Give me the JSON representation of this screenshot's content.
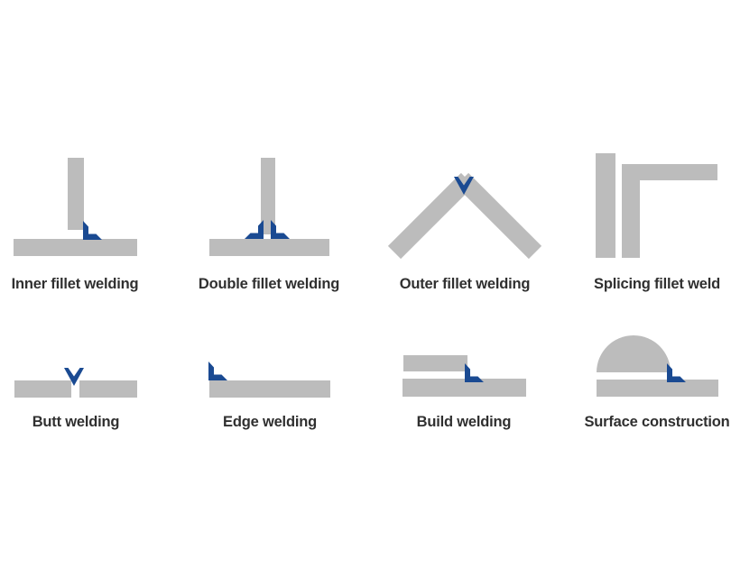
{
  "page": {
    "background": "#ffffff",
    "description": "Welding types diagram with eight labeled weld joint illustrations in a 4x2 grid"
  },
  "colors": {
    "page_background": "#ffffff",
    "steel_gray": "#bcbcbc",
    "weld_blue": "#1a4a92",
    "label_text": "#303030"
  },
  "figures": [
    {
      "id": "inner-fillet-welding",
      "label": "Inner fillet welding",
      "marks": [
        "weld-corner-down-left-icon"
      ]
    },
    {
      "id": "double-fillet-welding",
      "label": "Double fillet welding",
      "marks": [
        "weld-corner-down-right-icon",
        "weld-corner-down-left-icon"
      ]
    },
    {
      "id": "outer-fillet-welding",
      "label": "Outer fillet welding",
      "marks": [
        "weld-chevron-down-icon"
      ]
    },
    {
      "id": "splicing-fillet-weld",
      "label": "Splicing fillet weld",
      "marks": []
    },
    {
      "id": "butt-welding",
      "label": "Butt welding",
      "marks": [
        "weld-chevron-down-icon"
      ]
    },
    {
      "id": "edge-welding",
      "label": "Edge welding",
      "marks": [
        "weld-corner-down-left-icon"
      ]
    },
    {
      "id": "build-welding",
      "label": "Build welding",
      "marks": [
        "weld-corner-down-left-icon"
      ]
    },
    {
      "id": "surface-construction",
      "label": "Surface construction",
      "marks": [
        "weld-corner-down-left-icon"
      ]
    }
  ]
}
